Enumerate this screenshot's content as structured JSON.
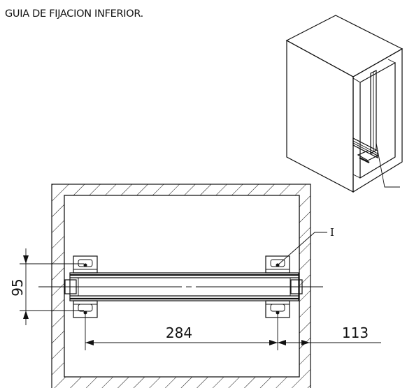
{
  "title": "GUIA DE FIJACION INFERIOR.",
  "dimensions": {
    "vertical": "95",
    "horizontal_main": "284",
    "horizontal_offset": "113"
  },
  "callout": {
    "label": "I"
  }
}
